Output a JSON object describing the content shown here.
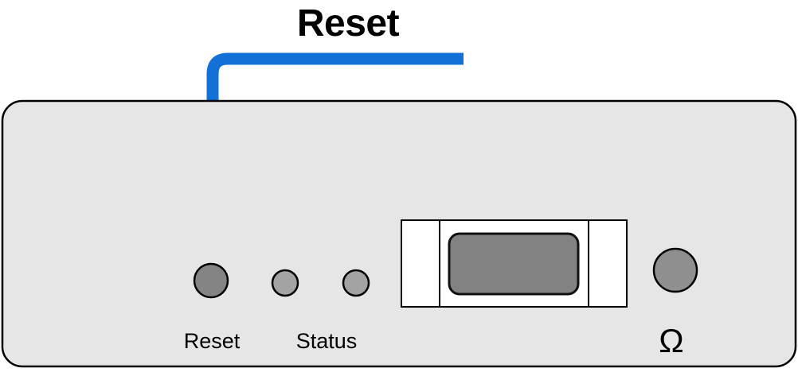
{
  "diagram": {
    "callout": {
      "title": "Reset"
    },
    "panel": {
      "reset_button_label": "Reset",
      "status_led_label": "Status",
      "ohm_button_label": "Ω"
    },
    "colors": {
      "panel_fill": "#e6e6e6",
      "panel_outline": "#000000",
      "callout_blue": "#1270d7",
      "reset_button_gray": "#848484",
      "led_gray": "#a3a3a3",
      "port_fill": "#ffffff",
      "port_insert_gray": "#828282",
      "ohm_button_gray": "#8f8f8f",
      "label_black": "#000000"
    }
  }
}
